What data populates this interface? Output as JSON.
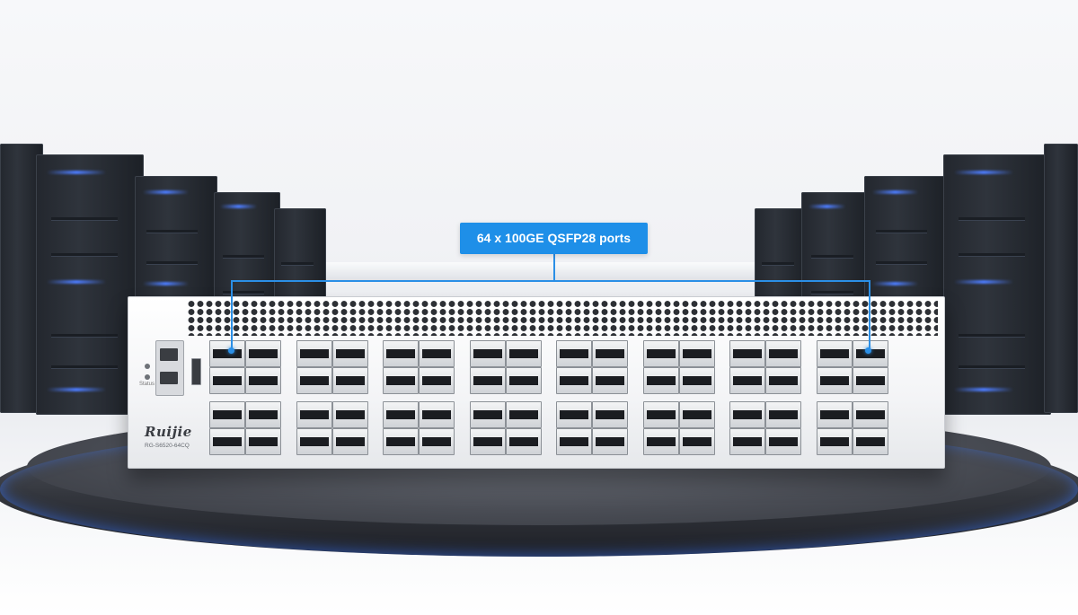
{
  "callout": {
    "label": "64 x 100GE QSFP28 ports"
  },
  "device": {
    "brand": "Ruijie",
    "model": "RG-S6520-64CQ",
    "status_label": "Status"
  },
  "colors": {
    "accent": "#1e8fe8",
    "rack_glow": "#4d7dff",
    "chassis": "#f3f4f6",
    "stage": "#4a4d55"
  },
  "icons": {
    "usb": "usb-icon"
  }
}
